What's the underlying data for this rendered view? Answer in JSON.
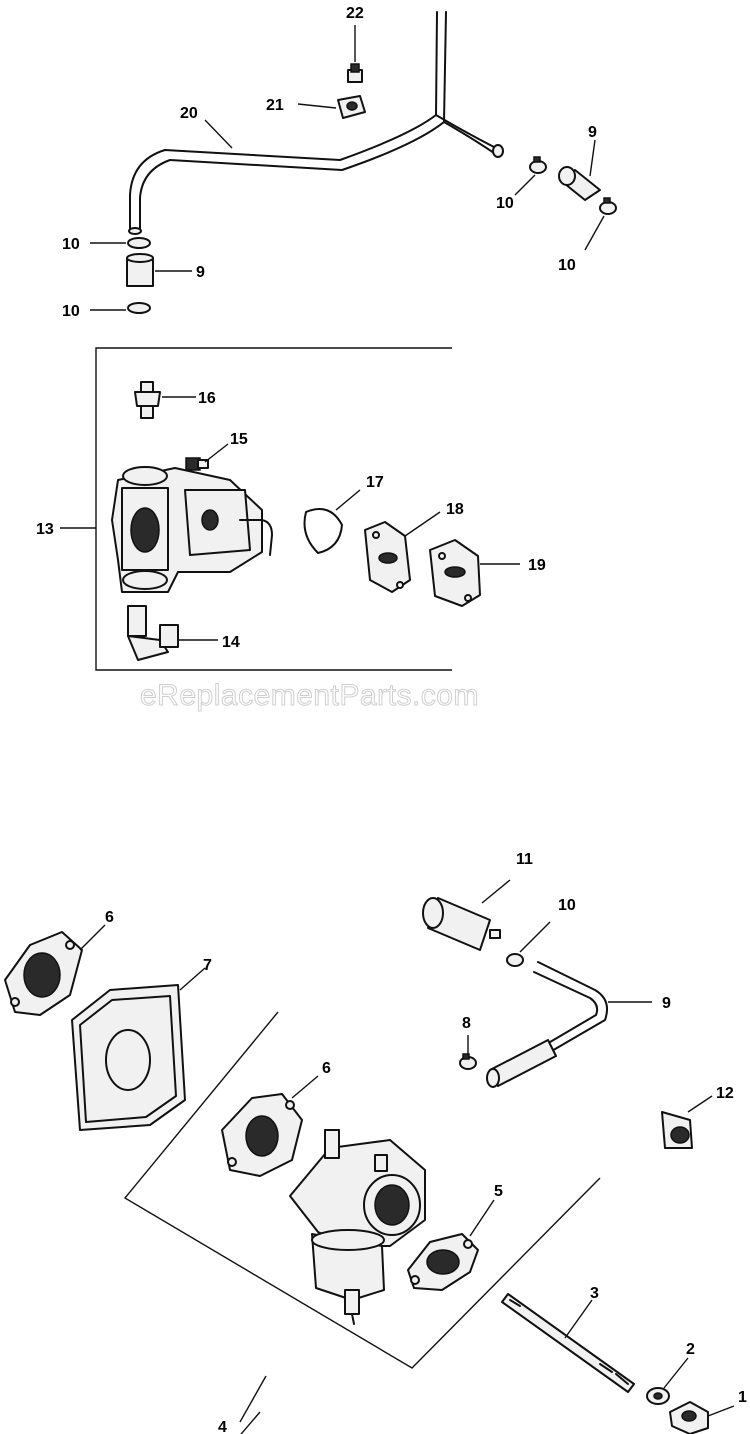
{
  "watermark": "eReplacementParts.com",
  "callouts": {
    "c22": "22",
    "c21": "21",
    "c20": "20",
    "c9_top_right": "9",
    "c10_top_right_a": "10",
    "c10_top_right_b": "10",
    "c10_left_a": "10",
    "c9_left": "9",
    "c10_left_b": "10",
    "c16": "16",
    "c15": "15",
    "c17": "17",
    "c13": "13",
    "c18": "18",
    "c19": "19",
    "c14": "14",
    "c11": "11",
    "c10_lower": "10",
    "c6_top": "6",
    "c7": "7",
    "c9_lower": "9",
    "c8": "8",
    "c6_mid": "6",
    "c12": "12",
    "c5": "5",
    "c4": "4",
    "c3": "3",
    "c2": "2",
    "c1": "1"
  }
}
